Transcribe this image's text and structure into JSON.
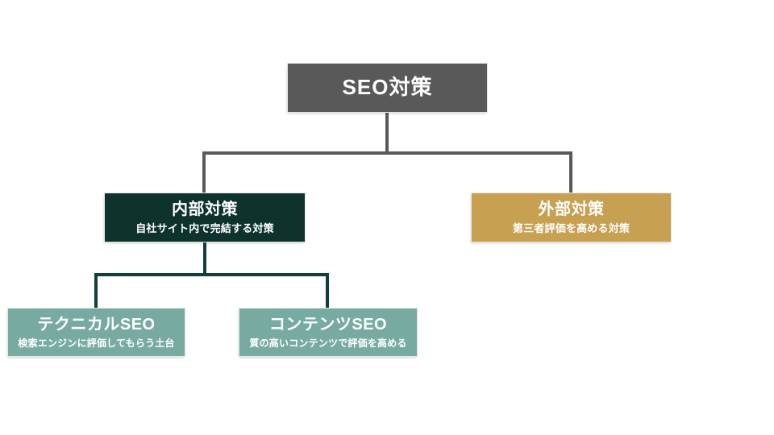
{
  "diagram": {
    "type": "tree",
    "title_node": "SEO対策",
    "root": {
      "title": "SEO対策"
    },
    "level2": [
      {
        "title": "内部対策",
        "subtitle": "自社サイト内で完結する対策",
        "color": "#0d332c",
        "parent": "SEO対策"
      },
      {
        "title": "外部対策",
        "subtitle": "第三者評価を高める対策",
        "color": "#c8a051",
        "parent": "SEO対策"
      }
    ],
    "level3": [
      {
        "title": "テクニカルSEO",
        "subtitle": "検索エンジンに評価してもらう土台",
        "color": "#77aba1",
        "parent": "内部対策"
      },
      {
        "title": "コンテンツSEO",
        "subtitle": "質の高いコンテンツで評価を高める",
        "color": "#77aba1",
        "parent": "内部対策"
      }
    ]
  },
  "colors": {
    "root_box": "#595959",
    "internal_box": "#0d332c",
    "external_box": "#c8a051",
    "sub_box": "#77aba1",
    "connector_gray": "#595959",
    "connector_teal": "#104038",
    "box_text": "#ffffff",
    "background": "#ffffff"
  }
}
